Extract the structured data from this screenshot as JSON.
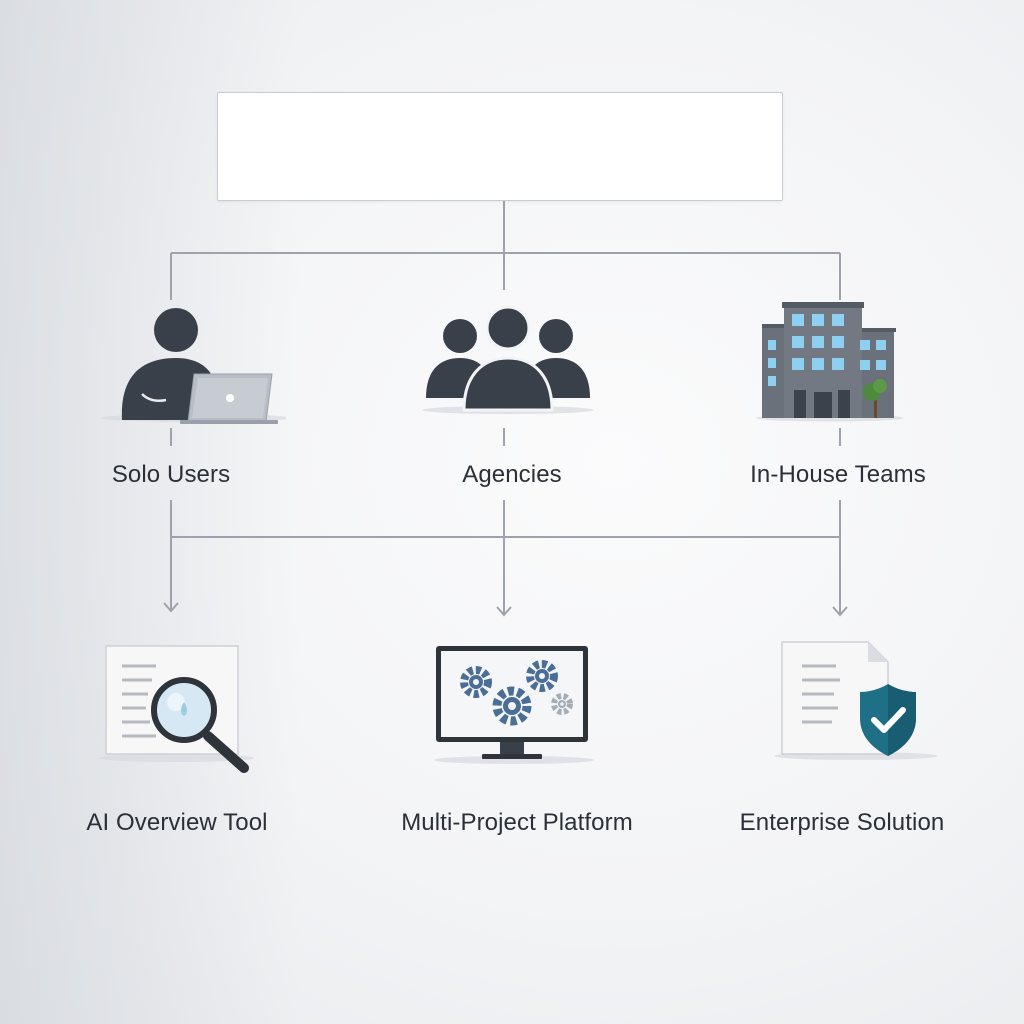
{
  "diagram": {
    "root": {
      "title": ""
    },
    "segments": [
      {
        "label": "Solo Users",
        "icon": "solo-user-laptop-icon"
      },
      {
        "label": "Agencies",
        "icon": "team-group-icon"
      },
      {
        "label": "In-House Teams",
        "icon": "office-building-icon"
      }
    ],
    "solutions": [
      {
        "label": "AI Overview Tool",
        "icon": "document-magnifier-icon"
      },
      {
        "label": "Multi-Project Platform",
        "icon": "monitor-gears-icon"
      },
      {
        "label": "Enterprise Solution",
        "icon": "document-shield-icon"
      }
    ],
    "colors": {
      "icon_dark": "#3a404a",
      "connector": "#9aa0a8",
      "accent_blue": "#4a6e96",
      "shield_teal": "#1f6f86"
    }
  }
}
